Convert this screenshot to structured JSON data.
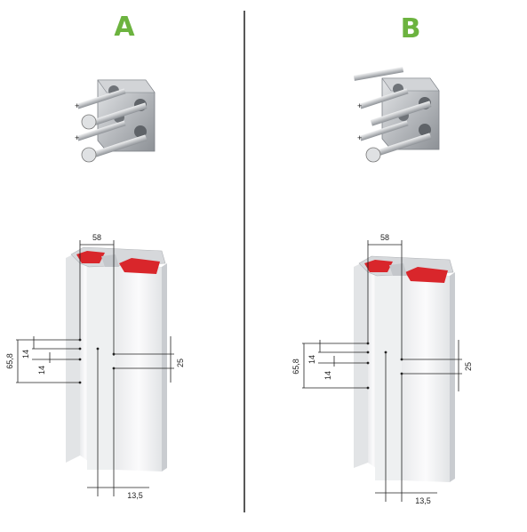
{
  "panels": [
    {
      "title": "A",
      "variant": "two-screw"
    },
    {
      "title": "B",
      "variant": "four-screw"
    }
  ],
  "dimensions": {
    "width_top": "58",
    "height_total": "65,8",
    "spacing_1": "14",
    "spacing_2": "14",
    "offset_right": "25",
    "offset_bottom": "13,5"
  },
  "colors": {
    "title_green": "#6cb33f",
    "gasket_red": "#d9262b",
    "profile_white": "#f2f3f4",
    "profile_shade": "#d8dadc",
    "metal": "#b9bcc0",
    "divider": "#111111"
  },
  "icons": {
    "bracket": "mounting-bracket-icon",
    "screw": "screw-icon"
  }
}
